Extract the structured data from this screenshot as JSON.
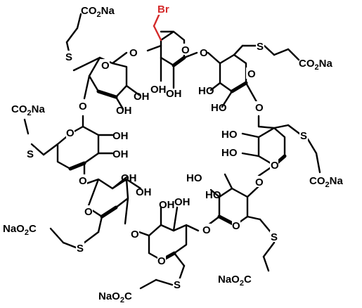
{
  "molecule": {
    "halogen": "Br",
    "ring_oxygen": "O",
    "glycosidic_oxygen": "O",
    "thioether": "S",
    "hydroxyl": "OH",
    "hydroxyl_reversed": "HO",
    "carboxylate_right": {
      "main": "CO",
      "sub": "2",
      "tail": "Na"
    },
    "carboxylate_left": {
      "main": "NaO",
      "sub": "2",
      "tail": "C"
    }
  },
  "colors": {
    "bond": "#000000",
    "bromine": "#d42a2a",
    "background": "#ffffff"
  }
}
